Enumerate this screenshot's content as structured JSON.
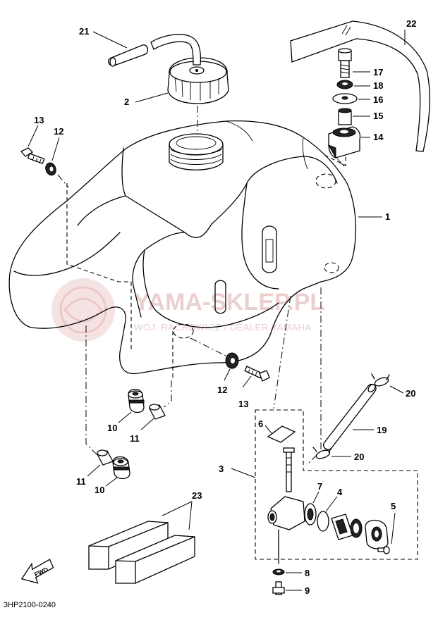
{
  "diagram": {
    "code": "3HP2100-0240",
    "watermark": {
      "main": "YAMA-SKLEP.PL",
      "sub": "WOJ. RACHOWICZ / DEALER YAMAHA"
    },
    "fwd_label": "FWD",
    "part_labels": {
      "p1": "1",
      "p2": "2",
      "p3": "3",
      "p4": "4",
      "p5": "5",
      "p6": "6",
      "p7": "7",
      "p8": "8",
      "p9": "9",
      "p10a": "10",
      "p10b": "10",
      "p11a": "11",
      "p11b": "11",
      "p12a": "12",
      "p12b": "12",
      "p13a": "13",
      "p13b": "13",
      "p14": "14",
      "p15": "15",
      "p16": "16",
      "p17": "17",
      "p18": "18",
      "p19": "19",
      "p20a": "20",
      "p20b": "20",
      "p21": "21",
      "p22": "22",
      "p23": "23"
    }
  }
}
